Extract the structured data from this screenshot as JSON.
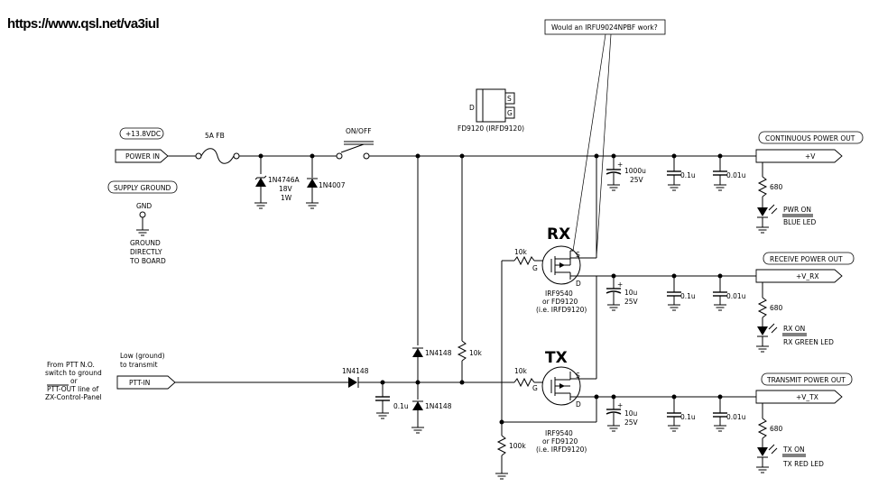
{
  "url": "https://www.qsl.net/va3iul",
  "note": "Would an IRFU9024NPBF work?",
  "labels": {
    "supply_voltage": "+13.8VDC",
    "power_in": "POWER IN",
    "supply_ground": "SUPPLY GROUND",
    "gnd": "GND",
    "ground_note": [
      "GROUND",
      "DIRECTLY",
      "TO BOARD"
    ],
    "fuse": "5A FB",
    "on_off": "ON/OFF",
    "zener": [
      "1N4746A",
      "18V",
      "1W"
    ],
    "diode_1n4007": "1N4007",
    "package_d": "D",
    "package_s": "S",
    "package_g": "G",
    "package_name": "FD9120 (IRFD9120)",
    "cap_1000u": [
      "1000u",
      "25V"
    ],
    "cap_0_1u": "0.1u",
    "cap_0_01u": "0.01u",
    "cap_10u": [
      "10u",
      "25V"
    ],
    "res_680": "680",
    "res_10k": "10k",
    "res_100k": "100k",
    "diode_1n4148": "1N4148",
    "mosfet_s": "S",
    "mosfet_g": "G",
    "mosfet_d": "D",
    "rx": "RX",
    "tx": "TX",
    "mosfet_note": [
      "IRF9540",
      "or FD9120",
      "(i.e. IRFD9120)"
    ],
    "cont_power_out": "CONTINUOUS POWER OUT",
    "plus_v": "+V",
    "pwr_on": "PWR ON",
    "blue_led": "BLUE LED",
    "receive_power_out": "RECEIVE POWER OUT",
    "plus_v_rx": "+V_RX",
    "rx_on": "RX ON",
    "rx_green_led": "RX GREEN LED",
    "transmit_power_out": "TRANSMIT POWER OUT",
    "plus_v_tx": "+V_TX",
    "tx_on": "TX ON",
    "tx_red_led": "TX RED LED",
    "low_to_transmit": [
      "Low (ground)",
      "to transmit"
    ],
    "ptt_in": "PTT-IN",
    "from_ptt": [
      "From PTT N.O.",
      "switch to ground",
      "or",
      "PTT-OUT line of",
      "ZX-Control-Panel"
    ]
  }
}
